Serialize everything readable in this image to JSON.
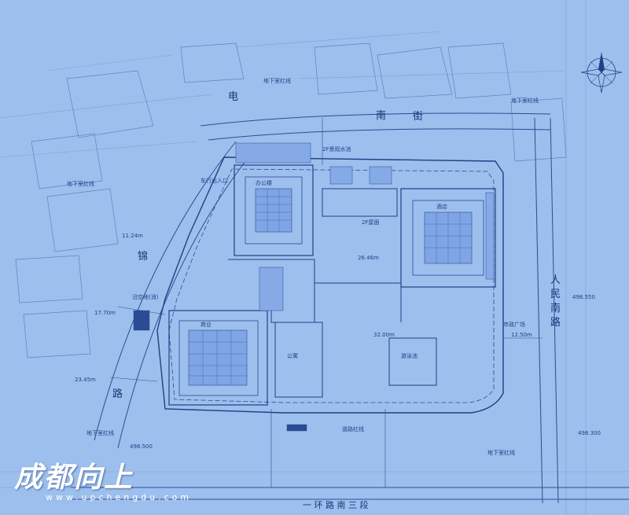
{
  "colors": {
    "paper": "#9dbfed",
    "line": "#2a4c95",
    "faint": "#5f86cc",
    "ink": "#1f3f86",
    "watermark": "#ffffff"
  },
  "roads": {
    "north": [
      "电",
      "南",
      "街"
    ],
    "east": [
      "人",
      "民",
      "南",
      "路"
    ],
    "west": [
      "锦",
      "路"
    ],
    "south": "一 环 路 南 三 段"
  },
  "labels": {
    "underground_redline": "地下室红线",
    "road_redline": "道路红线",
    "main_entrance": "车行出入口",
    "fire_pool": "沿空地(消)",
    "plaza": "市政广场",
    "sunken_garden_area": "2F景观水池",
    "podium_top": "2F屋面",
    "tower_a": "办公楼",
    "tower_b": "酒店",
    "tower_c": "商业",
    "tower_d": "公寓",
    "pool": "游泳池",
    "distance_1": "11.24m",
    "distance_2": "17.70m",
    "distance_3": "12.50m",
    "distance_4": "32.00m",
    "distance_5": "26.46m",
    "distance_6": "23.45m",
    "elev_1": "498.550",
    "elev_2": "498.500",
    "elev_3": "498.300"
  },
  "watermark": {
    "title": "成都向上",
    "url": "www.upchengdu.com"
  },
  "compass_icon": "north-arrow-icon"
}
